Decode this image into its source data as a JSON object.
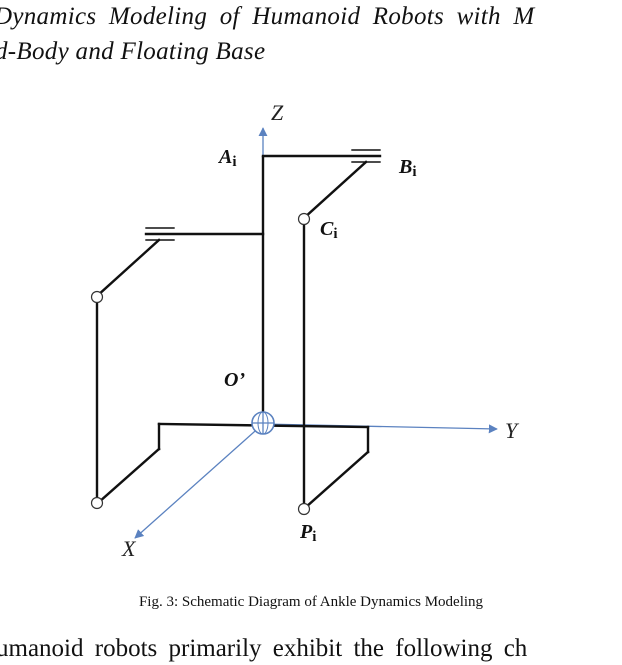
{
  "heading": {
    "line1": "Dynamics Modeling of Humanoid Robots with M",
    "line2": "d-Body and Floating Base"
  },
  "figure": {
    "axes": {
      "z": "Z",
      "y": "Y",
      "x": "X"
    },
    "points": {
      "a": "A",
      "b": "B",
      "c": "C",
      "p": "P",
      "subscript": "i",
      "origin": "O’"
    },
    "colors": {
      "structure": "#111111",
      "axis": "#5b82c0"
    }
  },
  "caption": "Fig. 3: Schematic Diagram of Ankle Dynamics Modeling",
  "body_text": "umanoid robots primarily exhibit the following ch"
}
